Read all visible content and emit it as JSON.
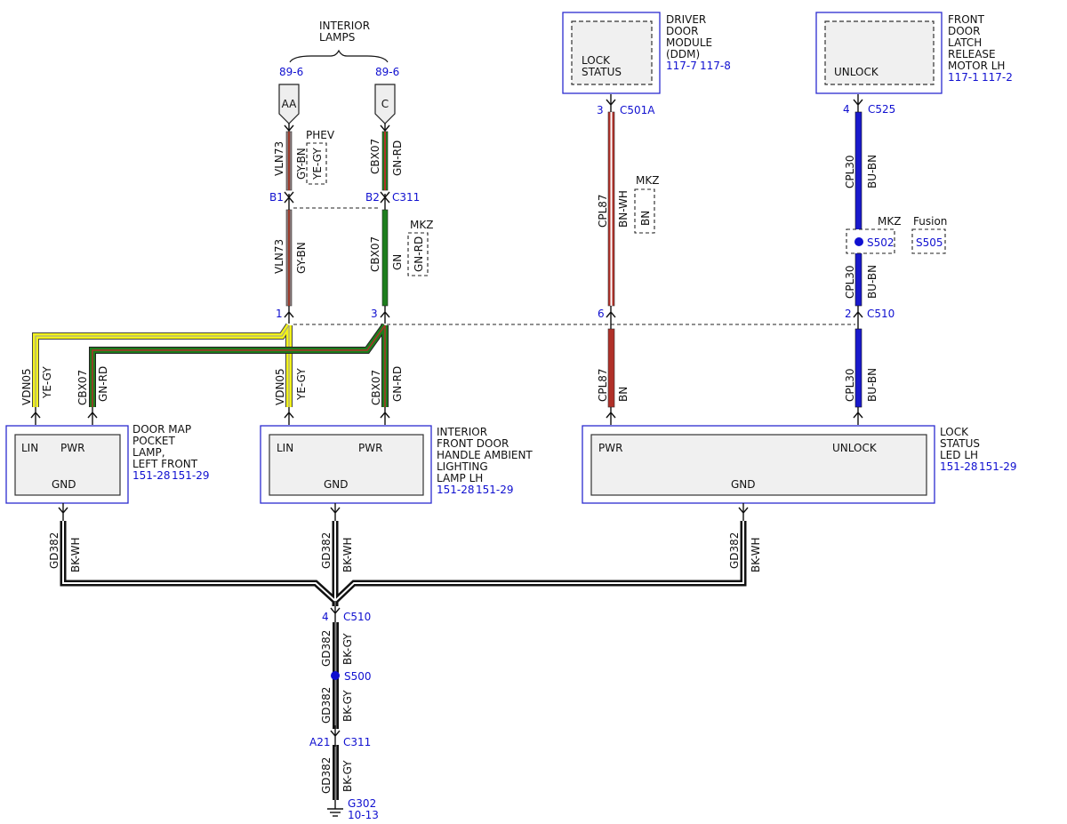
{
  "components": {
    "interior_lamps": {
      "name": [
        "INTERIOR",
        "LAMPS"
      ],
      "ref_left": "89-6",
      "ref_right": "89-6",
      "pin_left": "AA",
      "pin_right": "C"
    },
    "ddm": {
      "name": [
        "DRIVER",
        "DOOR",
        "MODULE",
        "(DDM)"
      ],
      "inner": [
        "LOCK",
        "STATUS"
      ],
      "ref1": "117-7",
      "ref2": "117-8"
    },
    "latch": {
      "name": [
        "FRONT",
        "DOOR",
        "LATCH",
        "RELEASE",
        "MOTOR LH"
      ],
      "inner": "UNLOCK",
      "ref1": "117-1",
      "ref2": "117-2"
    },
    "map_lamp": {
      "name": [
        "DOOR MAP",
        "POCKET",
        "LAMP,",
        "LEFT FRONT"
      ],
      "pin1": "LIN",
      "pin2": "PWR",
      "pin3": "GND",
      "ref1": "151-28",
      "ref2": "151-29"
    },
    "ambient": {
      "name": [
        "INTERIOR",
        "FRONT DOOR",
        "HANDLE AMBIENT",
        "LIGHTING",
        "LAMP LH"
      ],
      "pin1": "LIN",
      "pin2": "PWR",
      "pin3": "GND",
      "ref1": "151-28",
      "ref2": "151-29"
    },
    "lock_led": {
      "name": [
        "LOCK",
        "STATUS",
        "LED LH"
      ],
      "pin1": "PWR",
      "pin2": "UNLOCK",
      "pin3": "GND",
      "ref1": "151-28",
      "ref2": "151-29"
    }
  },
  "connectors": {
    "c311_top": {
      "pin_b1": "B1",
      "pin_b2": "B2",
      "name": "C311"
    },
    "c510_top": {
      "pin1": "1",
      "pin3": "3",
      "pin6": "6",
      "pin2": "2",
      "name": "C510"
    },
    "c501a": {
      "pin": "3",
      "name": "C501A"
    },
    "c525": {
      "pin": "4",
      "name": "C525"
    },
    "c510_bottom": {
      "pin": "4",
      "name": "C510"
    },
    "c311_bottom": {
      "pin": "A21",
      "name": "C311"
    }
  },
  "splices": {
    "s502": "S502",
    "s505": "S505",
    "s500": "S500"
  },
  "ground": {
    "name": "G302",
    "ref": "10-13"
  },
  "options": {
    "phev": "PHEV",
    "mkz": "MKZ",
    "fusion": "Fusion"
  },
  "wires": {
    "vln73_a": {
      "circuit": "VLN73",
      "color": "GY-BN",
      "alt_color": "YE-GY"
    },
    "vln73_b": {
      "circuit": "VLN73",
      "color": "GY-BN"
    },
    "cbx07_a": {
      "circuit": "CBX07",
      "color": "GN-RD"
    },
    "cbx07_b": {
      "circuit": "CBX07",
      "color": "GN",
      "alt_color": "GN-RD"
    },
    "vdn05_left": {
      "circuit": "VDN05",
      "color": "YE-GY"
    },
    "cbx07_left": {
      "circuit": "CBX07",
      "color": "GN-RD"
    },
    "vdn05_mid": {
      "circuit": "VDN05",
      "color": "YE-GY"
    },
    "cbx07_mid": {
      "circuit": "CBX07",
      "color": "GN-RD"
    },
    "cpl87_a": {
      "circuit": "CPL87",
      "color": "BN-WH",
      "alt_color": "BN"
    },
    "cpl87_b": {
      "circuit": "CPL87",
      "color": "BN"
    },
    "cpl30_a": {
      "circuit": "CPL30",
      "color": "BU-BN"
    },
    "cpl30_b": {
      "circuit": "CPL30",
      "color": "BU-BN"
    },
    "cpl30_c": {
      "circuit": "CPL30",
      "color": "BU-BN"
    },
    "gd382_left": {
      "circuit": "GD382",
      "color": "BK-WH"
    },
    "gd382_mid": {
      "circuit": "GD382",
      "color": "BK-WH"
    },
    "gd382_right": {
      "circuit": "GD382",
      "color": "BK-WH"
    },
    "gd382_d1": {
      "circuit": "GD382",
      "color": "BK-GY"
    },
    "gd382_d2": {
      "circuit": "GD382",
      "color": "BK-GY"
    },
    "gd382_d3": {
      "circuit": "GD382",
      "color": "BK-GY"
    }
  },
  "wire_colors": {
    "gray": "#8a7a7a",
    "brown": "#9b3a2a",
    "green": "#1d7d1d",
    "yellow": "#f2f21a",
    "red": "#b03028",
    "blue": "#1a1acc",
    "black": "#111111",
    "white": "#ffffff",
    "callout_blue": "#1010d0"
  }
}
